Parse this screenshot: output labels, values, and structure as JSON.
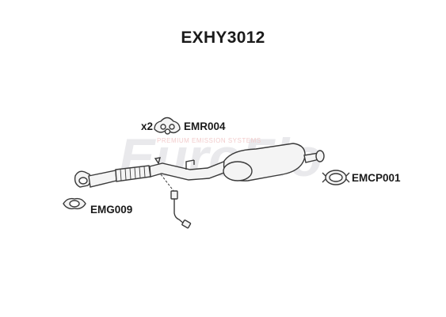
{
  "title": "EXHY3012",
  "watermark": {
    "brand": "EuroFlo",
    "tagline": "PREMIUM EMISSION SYSTEMS"
  },
  "parts": {
    "rubber_mount": {
      "code": "EMR004",
      "quantity": "x2"
    },
    "clamp": {
      "code": "EMCP001"
    },
    "gasket": {
      "code": "EMG009"
    }
  },
  "colors": {
    "line": "#3a3a3a",
    "part_fill": "#f4f4f4",
    "watermark": "#e9e9ec",
    "watermark_accent": "#f6d8d8"
  }
}
